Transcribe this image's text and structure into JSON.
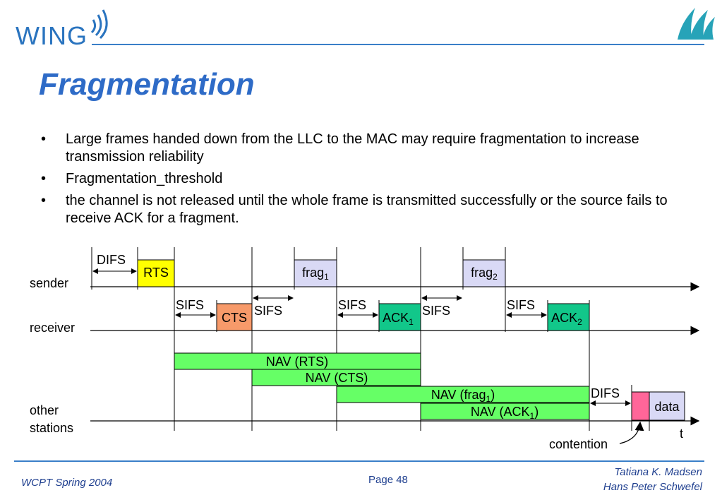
{
  "header": {
    "logo_text": "WING",
    "title": "Fragmentation"
  },
  "bullets": [
    {
      "marker": "•",
      "text": "Large frames handed down from the LLC to the MAC may require fragmentation to increase transmission reliability"
    },
    {
      "marker": "•",
      "text": "Fragmentation_threshold"
    },
    {
      "marker": "•",
      "text": "the channel is not released until the whole frame is transmitted successfully or the source fails to receive ACK for a fragment."
    }
  ],
  "diagram": {
    "rows": {
      "sender": "sender",
      "receiver": "receiver",
      "other1": "other",
      "other2": "stations"
    },
    "frames": {
      "rts": "RTS",
      "cts": "CTS",
      "frag": "frag",
      "sub1": "1",
      "sub2": "2",
      "ack": "ACK",
      "data": "data"
    },
    "intervals": {
      "difs": "DIFS",
      "sifs": "SIFS"
    },
    "nav": {
      "rts": "NAV (RTS)",
      "cts": "NAV (CTS)",
      "frag_prefix": "NAV (frag",
      "ack_prefix": "NAV (ACK",
      "close": ")"
    },
    "axis_label": "t",
    "contention": "contention",
    "colors": {
      "rts": "#ffff00",
      "cts": "#f79a6a",
      "frag": "#d9d9f5",
      "ack": "#12c78a",
      "nav": "#66ff66",
      "contention": "#ff6699",
      "data": "#d9d9f5"
    }
  },
  "footer": {
    "left": "WCPT Spring 2004",
    "page": "Page 48",
    "author1": "Tatiana K. Madsen",
    "author2": "Hans Peter Schwefel"
  }
}
